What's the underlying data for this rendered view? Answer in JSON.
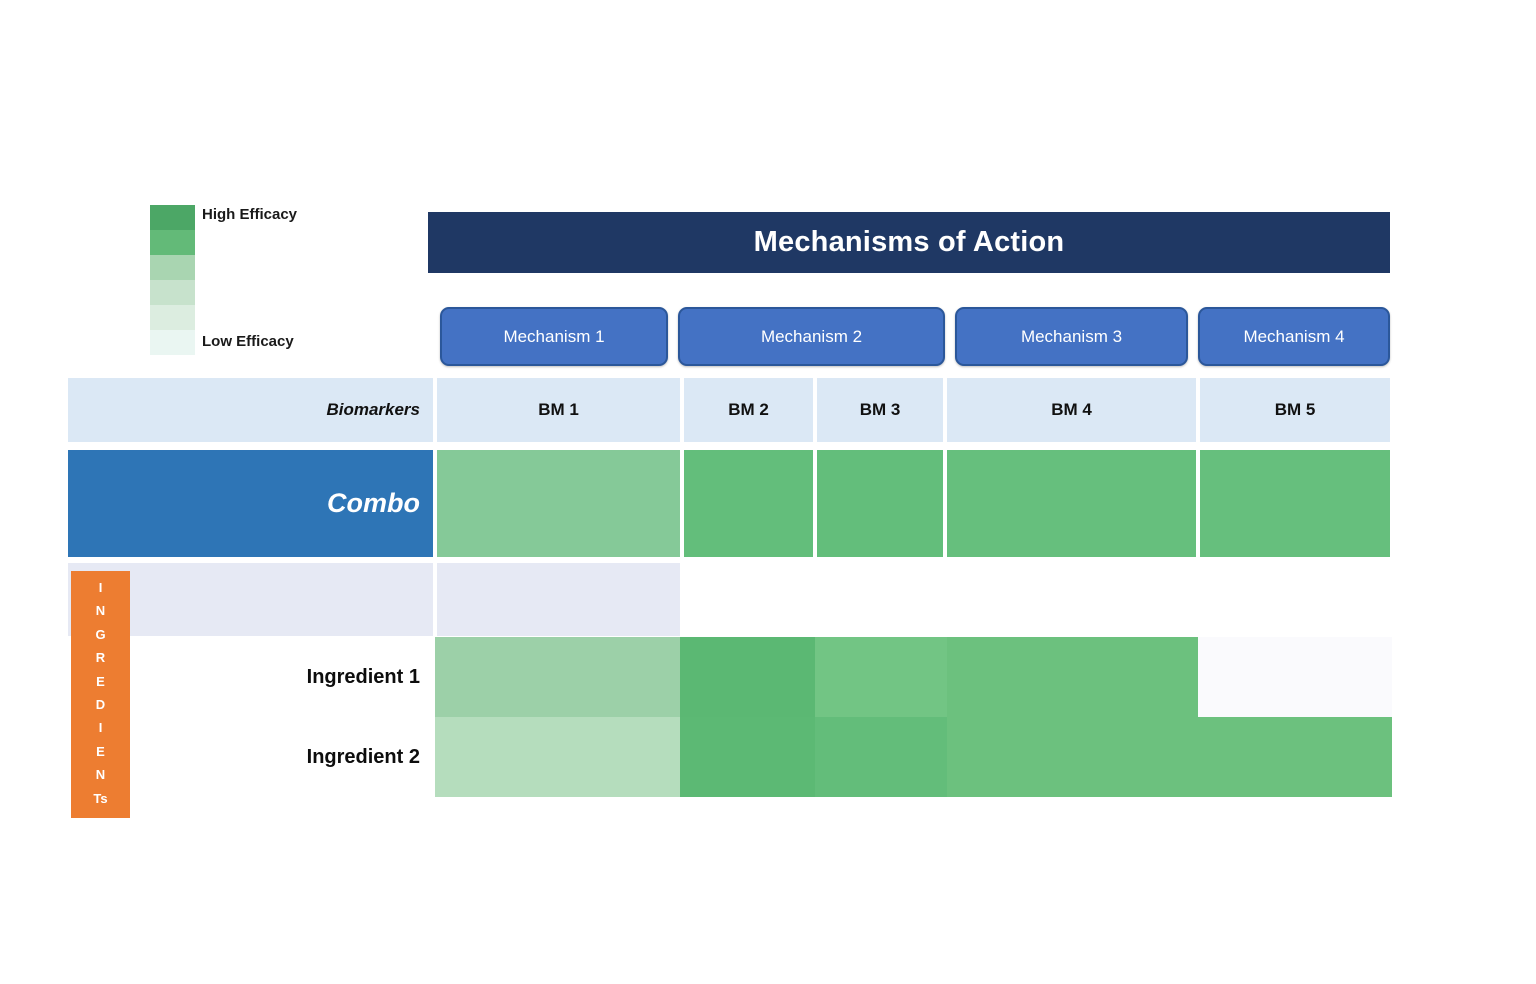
{
  "legend": {
    "high_label": "High Efficacy",
    "low_label": "Low Efficacy",
    "swatches": [
      "#4CA766",
      "#63BA78",
      "#A9D5B1",
      "#C7E2CC",
      "#DCEDE0",
      "#EAF6F2"
    ]
  },
  "header": {
    "title": "Mechanisms of Action",
    "bg": "#1F3864"
  },
  "mechanisms": [
    {
      "label": "Mechanism 1"
    },
    {
      "label": "Mechanism 2"
    },
    {
      "label": "Mechanism 3"
    },
    {
      "label": "Mechanism 4"
    }
  ],
  "colors": {
    "button_blue": "#4472C4",
    "button_border": "#2B579A",
    "header_row_bg": "#DBE8F5",
    "combo_label_bg": "#2E75B6",
    "spacer_bg": "#E6E9F4",
    "ingredients_bar_bg": "#ED7D31"
  },
  "biomarkers_row": {
    "label": "Biomarkers",
    "columns": [
      "BM 1",
      "BM 2",
      "BM 3",
      "BM 4",
      "BM 5"
    ]
  },
  "combo_row": {
    "label": "Combo",
    "cells": [
      {
        "biomarker": "BM 1",
        "color": "#85C998",
        "efficacy": "medium"
      },
      {
        "biomarker": "BM 2",
        "color": "#63BE7B",
        "efficacy": "high"
      },
      {
        "biomarker": "BM 3",
        "color": "#63BE7B",
        "efficacy": "high"
      },
      {
        "biomarker": "BM 4",
        "color": "#66BF7D",
        "efficacy": "high"
      },
      {
        "biomarker": "BM 5",
        "color": "#66BF7D",
        "efficacy": "high"
      }
    ]
  },
  "ingredients": {
    "vertical_text": "I\nN\nG\nR\nE\nD\nI\nE\nN\nTs",
    "rows": [
      {
        "label": "Ingredient 1",
        "cells": [
          {
            "biomarker": "BM 1",
            "color": "#9CD0A8",
            "efficacy": "medium"
          },
          {
            "biomarker": "BM 2",
            "color": "#5BB873",
            "efficacy": "high"
          },
          {
            "biomarker": "BM 3",
            "color": "#72C584",
            "efficacy": "high"
          },
          {
            "biomarker": "BM 4",
            "color": "#6CC17E",
            "efficacy": "high"
          },
          {
            "biomarker": "BM 5",
            "color": "#FAFAFD",
            "efficacy": "very low"
          }
        ]
      },
      {
        "label": "Ingredient 2",
        "cells": [
          {
            "biomarker": "BM 1",
            "color": "#B5DDBD",
            "efficacy": "low-medium"
          },
          {
            "biomarker": "BM 2",
            "color": "#5CB974",
            "efficacy": "high"
          },
          {
            "biomarker": "BM 3",
            "color": "#63BD7A",
            "efficacy": "high"
          },
          {
            "biomarker": "BM 4",
            "color": "#6CC17E",
            "efficacy": "high"
          },
          {
            "biomarker": "BM 5",
            "color": "#6CC17E",
            "efficacy": "high"
          }
        ]
      }
    ]
  },
  "chart_data": {
    "type": "heatmap",
    "title": "Mechanisms of Action",
    "legend": {
      "high": "High Efficacy",
      "low": "Low Efficacy"
    },
    "columns": [
      "BM 1",
      "BM 2",
      "BM 3",
      "BM 4",
      "BM 5"
    ],
    "column_groups": [
      {
        "label": "Mechanism 1",
        "columns": [
          "BM 1"
        ]
      },
      {
        "label": "Mechanism 2",
        "columns": [
          "BM 2",
          "BM 3"
        ]
      },
      {
        "label": "Mechanism 3",
        "columns": [
          "BM 4"
        ]
      },
      {
        "label": "Mechanism 4",
        "columns": [
          "BM 5"
        ]
      }
    ],
    "rows": [
      "Combo",
      "Ingredient 1",
      "Ingredient 2"
    ],
    "value_scale": "qualitative efficacy encoded by green intensity, 0 = low, 5 = high",
    "values": [
      [
        3,
        4,
        4,
        4,
        4
      ],
      [
        3,
        4.5,
        4,
        4,
        0
      ],
      [
        2,
        4.5,
        4,
        4,
        4
      ]
    ]
  }
}
